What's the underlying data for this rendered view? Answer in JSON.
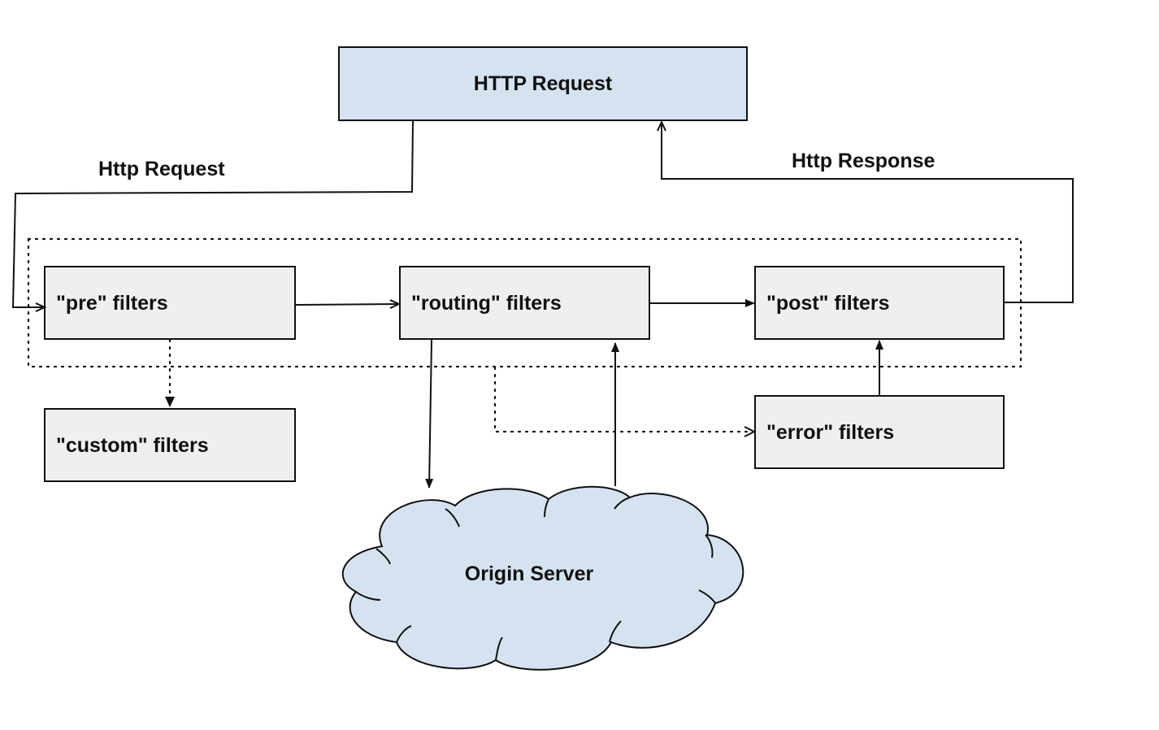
{
  "colors": {
    "request_fill": "#d5e3f1",
    "filter_fill": "#efefef",
    "cloud_fill": "#d5e3f1",
    "stroke": "#111111"
  },
  "nodes": {
    "http_request": "HTTP Request",
    "pre_filters": "\"pre\" filters",
    "routing_filters": "\"routing\" filters",
    "post_filters": "\"post\" filters",
    "custom_filters": "\"custom\" filters",
    "error_filters": "\"error\" filters",
    "origin_server": "Origin Server"
  },
  "edges": {
    "request_label": "Http Request",
    "response_label": "Http Response"
  }
}
